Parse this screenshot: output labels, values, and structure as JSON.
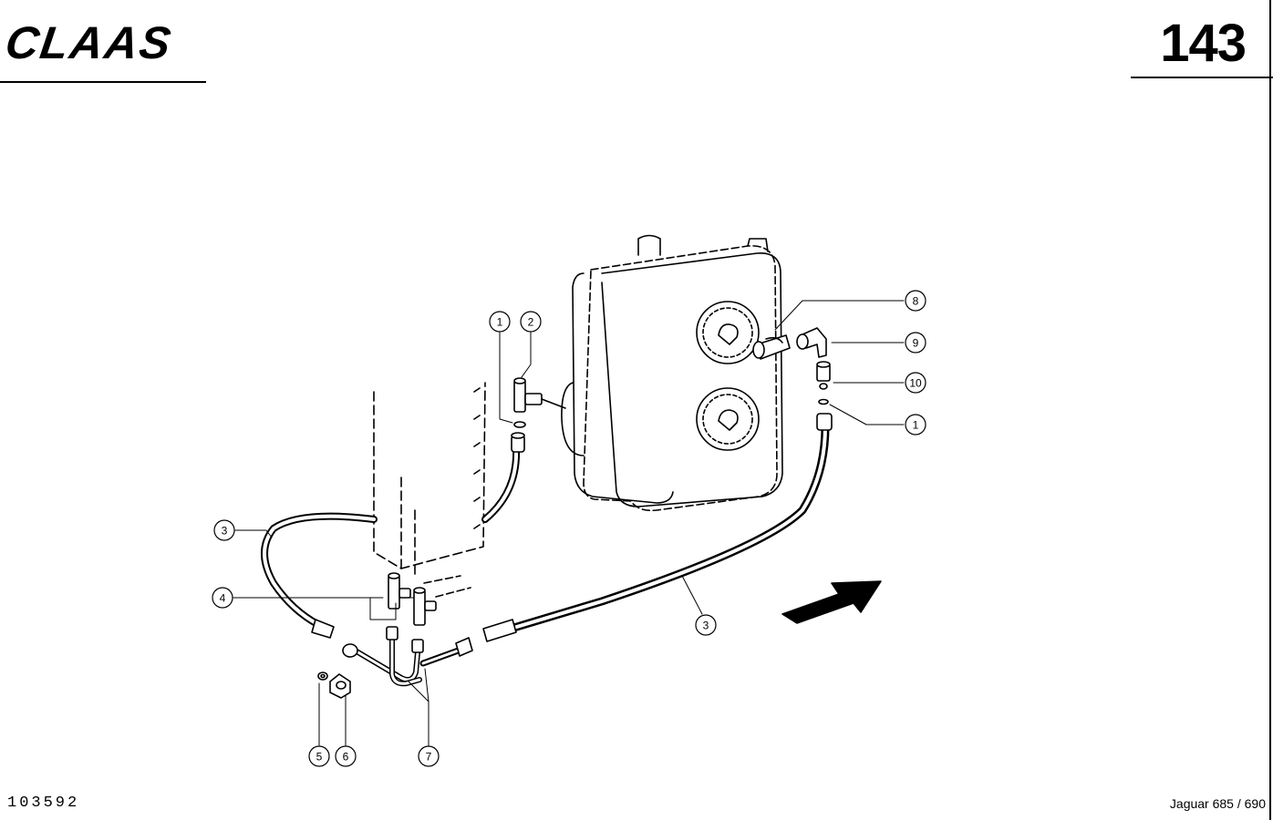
{
  "header": {
    "brand": "CLAAS",
    "page_number": "143"
  },
  "footer": {
    "drawing_id": "103592",
    "model": "Jaguar 685 / 690"
  },
  "callouts": [
    {
      "id": "c1a",
      "label": "1"
    },
    {
      "id": "c2",
      "label": "2"
    },
    {
      "id": "c8",
      "label": "8"
    },
    {
      "id": "c9",
      "label": "9"
    },
    {
      "id": "c10",
      "label": "10"
    },
    {
      "id": "c1b",
      "label": "1"
    },
    {
      "id": "c3a",
      "label": "3"
    },
    {
      "id": "c4",
      "label": "4"
    },
    {
      "id": "c3b",
      "label": "3"
    },
    {
      "id": "c5",
      "label": "5"
    },
    {
      "id": "c6",
      "label": "6"
    },
    {
      "id": "c7",
      "label": "7"
    }
  ]
}
